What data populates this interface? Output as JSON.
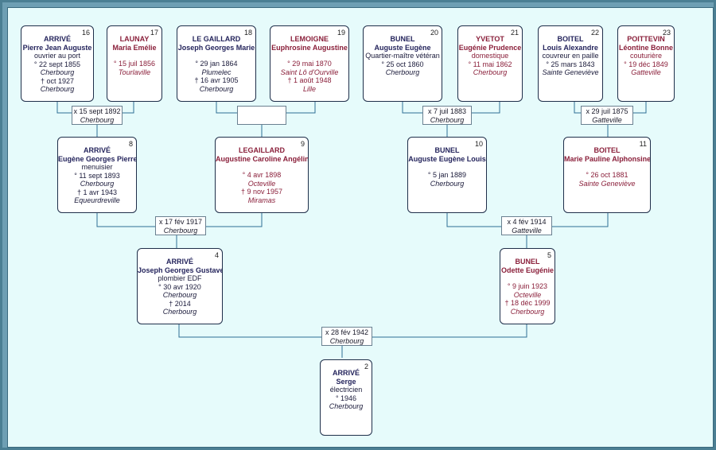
{
  "persons": {
    "p16": {
      "num": "16",
      "surname": "ARRIVÉ",
      "given": "Pierre Jean Auguste",
      "occupation": "ouvrier au port",
      "birth": "° 22 sept 1855",
      "birth_place": "Cherbourg",
      "death": "† oct 1927",
      "death_place": "Cherbourg"
    },
    "p17": {
      "num": "17",
      "surname": "LAUNAY",
      "given": "Maria Emélie",
      "birth": "° 15 juil 1856",
      "birth_place": "Tourlaville"
    },
    "p18": {
      "num": "18",
      "surname": "LE GAILLARD",
      "given": "Joseph Georges Marie",
      "birth": "° 29 jan 1864",
      "birth_place": "Plumelec",
      "death": "† 16 avr 1905",
      "death_place": "Cherbourg"
    },
    "p19": {
      "num": "19",
      "surname": "LEMOIGNE",
      "given": "Euphrosine Augustine",
      "birth": "° 29 mai 1870",
      "birth_place": "Saint Lô d'Ourville",
      "death": "† 1 août 1948",
      "death_place": "Lille"
    },
    "p20": {
      "num": "20",
      "surname": "BUNEL",
      "given": "Auguste Eugène",
      "occupation": "Quartier-maître vétéran",
      "birth": "° 25 oct 1860",
      "birth_place": "Cherbourg"
    },
    "p21": {
      "num": "21",
      "surname": "YVETOT",
      "given": "Eugénie Prudence",
      "occupation": "domestique",
      "birth": "° 11 mai 1862",
      "birth_place": "Cherbourg"
    },
    "p22": {
      "num": "22",
      "surname": "BOITEL",
      "given": "Louis Alexandre",
      "occupation": "couvreur en paille",
      "birth": "° 25 mars 1843",
      "birth_place": "Sainte Geneviève"
    },
    "p23": {
      "num": "23",
      "surname": "POITTEVIN",
      "given": "Léontine Bonne",
      "occupation": "couturière",
      "birth": "° 19 déc 1849",
      "birth_place": "Gatteville"
    },
    "p8": {
      "num": "8",
      "surname": "ARRIVÉ",
      "given": "Eugène Georges Pierre",
      "occupation": "menuisier",
      "birth": "° 11 sept 1893",
      "birth_place": "Cherbourg",
      "death": "† 1 avr 1943",
      "death_place": "Equeurdreville"
    },
    "p9": {
      "num": "9",
      "surname": "LEGAILLARD",
      "given": "Augustine Caroline Angéline",
      "birth": "° 4 avr 1898",
      "birth_place": "Octeville",
      "death": "† 9 nov 1957",
      "death_place": "Miramas"
    },
    "p10": {
      "num": "10",
      "surname": "BUNEL",
      "given": "Auguste Eugène Louis",
      "birth": "° 5 jan 1889",
      "birth_place": "Cherbourg"
    },
    "p11": {
      "num": "11",
      "surname": "BOITEL",
      "given": "Marie Pauline Alphonsine",
      "birth": "° 26 oct 1881",
      "birth_place": "Sainte Geneviève"
    },
    "p4": {
      "num": "4",
      "surname": "ARRIVÉ",
      "given": "Joseph Georges Gustave",
      "occupation": "plombier EDF",
      "birth": "° 30 avr 1920",
      "birth_place": "Cherbourg",
      "death": "† 2014",
      "death_place": "Cherbourg"
    },
    "p5": {
      "num": "5",
      "surname": "BUNEL",
      "given": "Odette Eugénie",
      "birth": "° 9 juin 1923",
      "birth_place": "Octeville",
      "death": "† 18 déc 1999",
      "death_place": "Cherbourg"
    },
    "p2": {
      "num": "2",
      "surname": "ARRIVÉ",
      "given": "Serge",
      "occupation": "électricien",
      "birth": "° 1946",
      "birth_place": "Cherbourg"
    }
  },
  "marriages": {
    "m16_17": {
      "date": "x 15 sept 1892",
      "place": "Cherbourg"
    },
    "m18_19": {
      "date": "",
      "place": ""
    },
    "m20_21": {
      "date": "x 7 juil 1883",
      "place": "Cherbourg"
    },
    "m22_23": {
      "date": "x 29 juil 1875",
      "place": "Gatteville"
    },
    "m8_9": {
      "date": "x 17 fév 1917",
      "place": "Cherbourg"
    },
    "m10_11": {
      "date": "x 4 fév 1914",
      "place": "Gatteville"
    },
    "m4_5": {
      "date": "x 28 fév 1942",
      "place": "Cherbourg"
    }
  },
  "colors": {
    "background": "#e6fbfb",
    "male": "#24245c",
    "female": "#8a1f3a",
    "line": "#2f6f96"
  }
}
